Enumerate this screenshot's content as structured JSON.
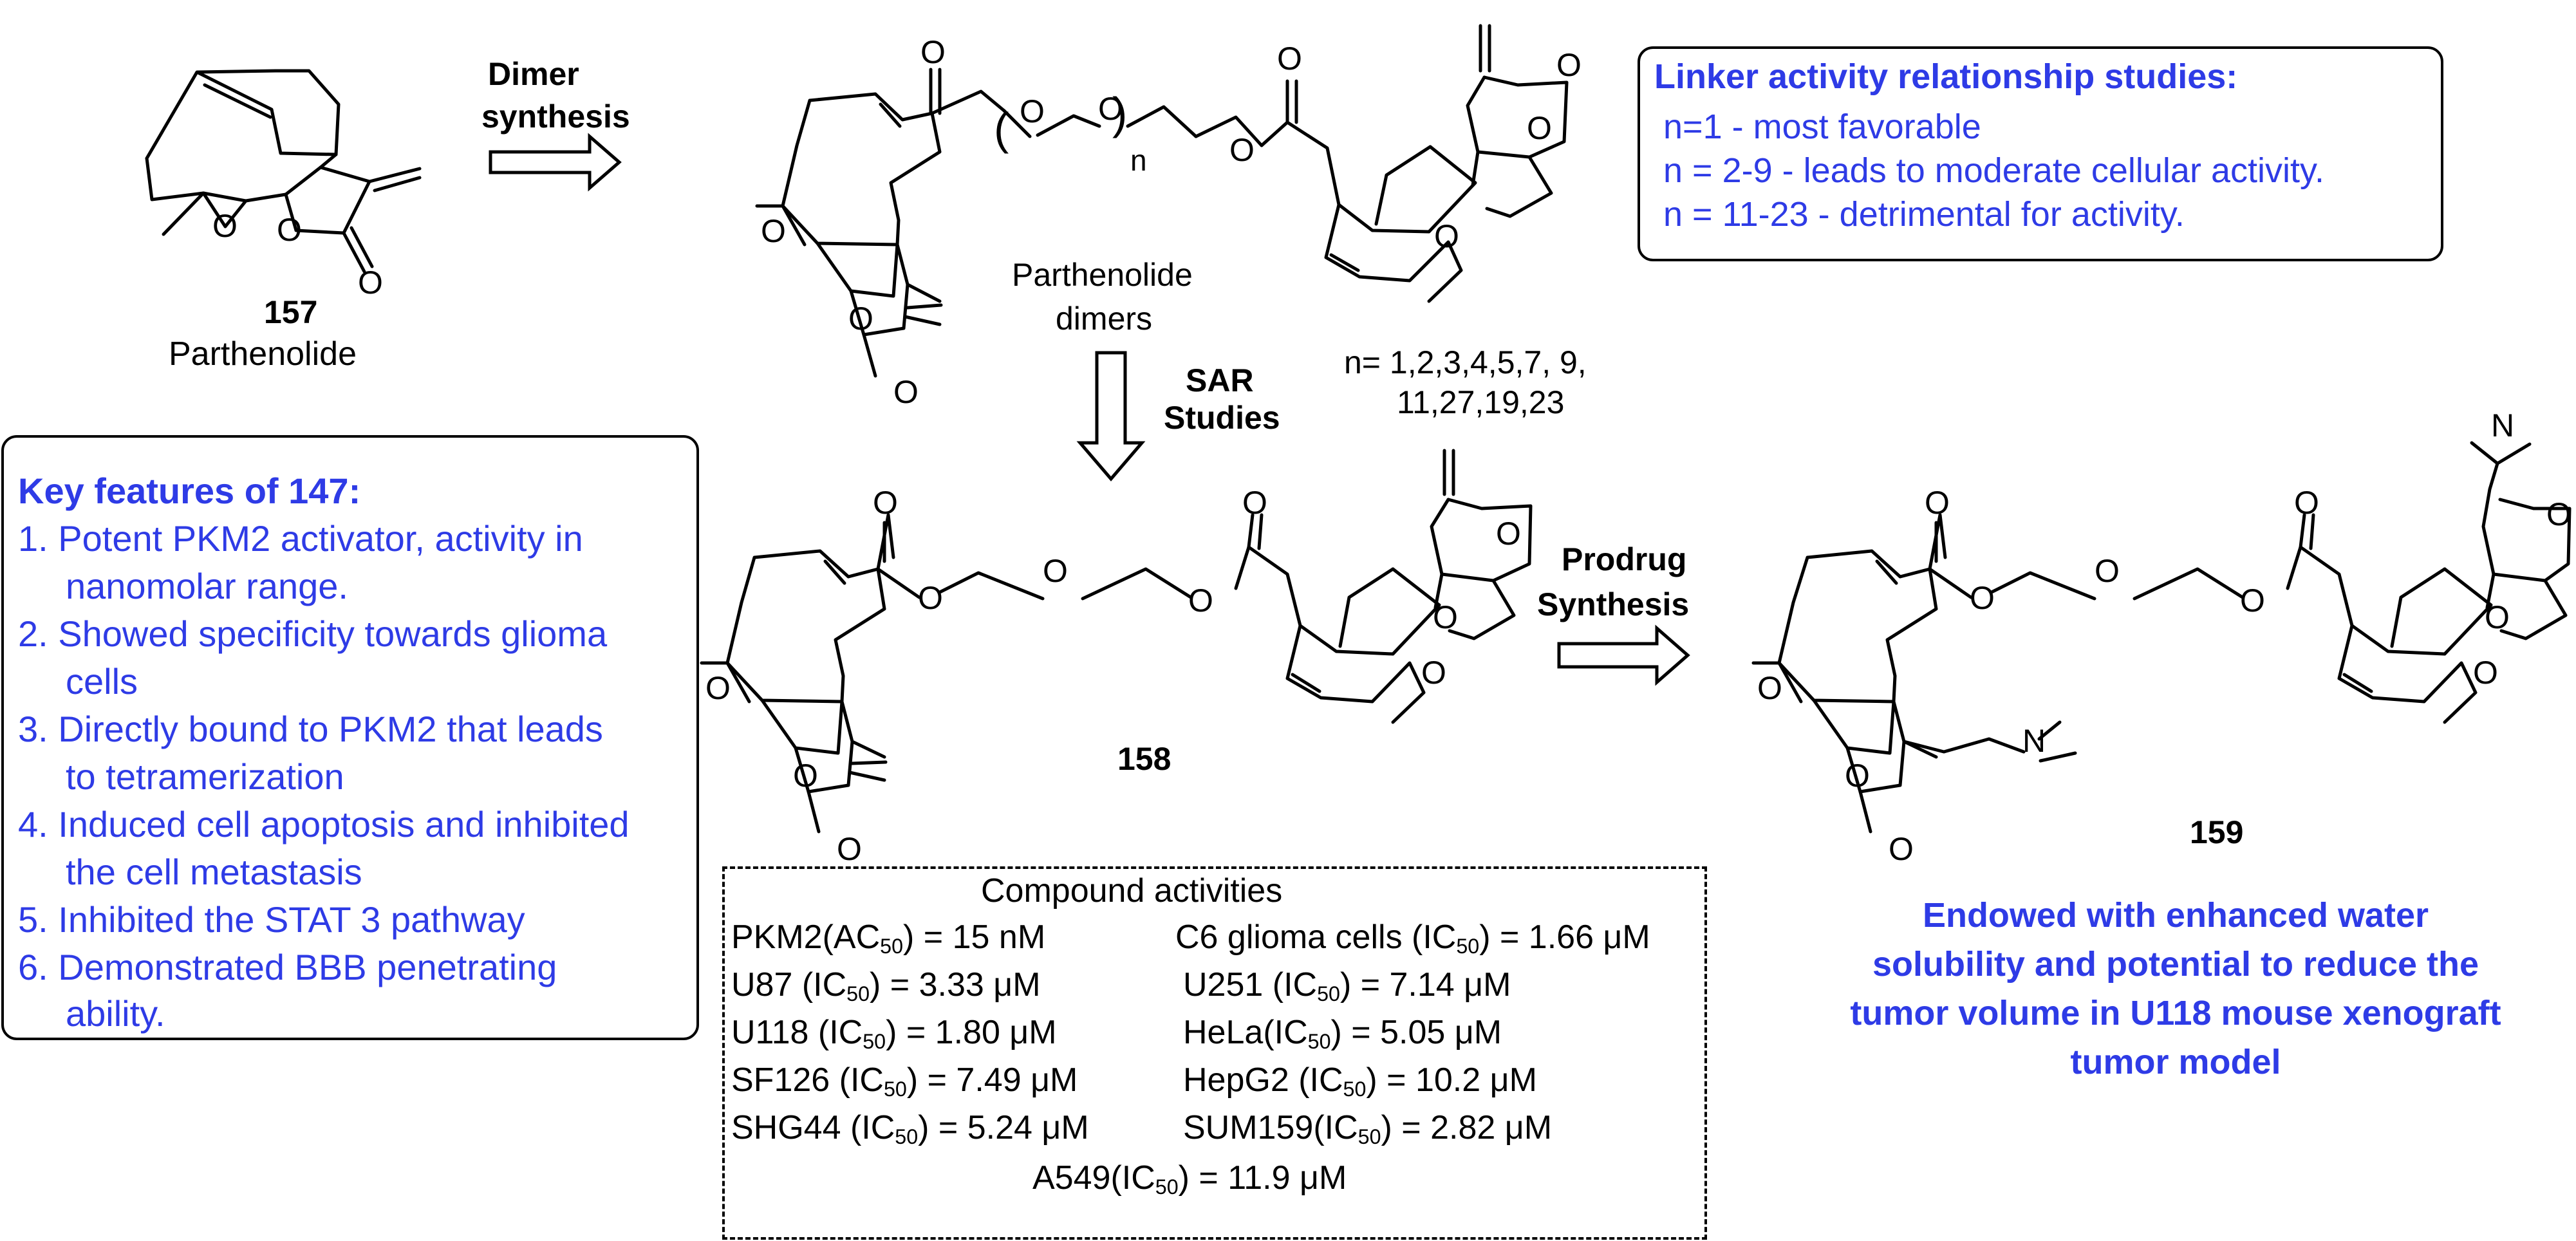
{
  "scheme": {
    "compound_157": {
      "number": "157",
      "name": "Parthenolide"
    },
    "step_dimer": {
      "line1": "Dimer",
      "line2": "synthesis"
    },
    "dimers": {
      "name_line1": "Parthenolide",
      "name_line2": "dimers",
      "repeat_label": "n",
      "values_line1": "n= 1,2,3,4,5,7, 9,",
      "values_line2": "11,27,19,23"
    },
    "step_sar": {
      "line1": "SAR",
      "line2": "Studies"
    },
    "compound_158": {
      "number": "158"
    },
    "step_prodrug": {
      "line1": "Prodrug",
      "line2": "Synthesis"
    },
    "compound_159": {
      "number": "159",
      "caption": [
        "Endowed with  enhanced water",
        "solubility and potential to reduce the",
        "tumor volume in U118 mouse xenograft",
        "tumor model"
      ]
    },
    "atoms": {
      "O": "O",
      "N": "N"
    }
  },
  "linker_box": {
    "title": "Linker activity relationship studies:",
    "items": [
      "n=1 - most favorable",
      "n = 2-9 - leads to moderate cellular activity.",
      "n = 11-23 - detrimental for activity."
    ]
  },
  "features_box": {
    "title": "Key features of 147:",
    "lines": [
      "1. Potent PKM2 activator, activity in",
      "nanomolar range.",
      "2. Showed specificity towards glioma",
      "cells",
      "3. Directly bound to PKM2 that leads",
      "to tetramerization",
      "4. Induced cell apoptosis and inhibited",
      "the cell metastasis",
      "5. Inhibited the STAT  3 pathway",
      "6. Demonstrated BBB penetrating",
      "ability."
    ]
  },
  "activities": {
    "title": "Compound activities",
    "unit_ic": "IC",
    "unit_ac": "AC",
    "sub": "50",
    "rows": [
      {
        "left_name": "PKM2(",
        "left_kind": "AC",
        "left_value": ") = 15 nM",
        "right_name": "C6 glioma cells  (",
        "right_kind": "IC",
        "right_value": ") = 1.66 μM"
      },
      {
        "left_name": "U87 (",
        "left_kind": "IC",
        "left_value": ") =  3.33 μM",
        "right_name": "U251 (",
        "right_kind": "IC",
        "right_value": ") = 7.14 μM"
      },
      {
        "left_name": "U118   (",
        "left_kind": "IC",
        "left_value": ") = 1.80 μM",
        "right_name": "HeLa(",
        "right_kind": "IC",
        "right_value": ") = 5.05 μM"
      },
      {
        "left_name": "SF126 (",
        "left_kind": "IC",
        "left_value": ") = 7.49 μM",
        "right_name": "HepG2 (",
        "right_kind": "IC",
        "right_value": ") = 10.2 μM"
      },
      {
        "left_name": "SHG44 (",
        "left_kind": "IC",
        "left_value": ") = 5.24 μM",
        "right_name": "SUM159(",
        "right_kind": "IC",
        "right_value": ") = 2.82 μM"
      }
    ],
    "last": {
      "name": "A549(",
      "kind": "IC",
      "value": ") = 11.9 μM"
    }
  },
  "colors": {
    "accent_blue": "#2e3be6",
    "ink": "#000000"
  }
}
